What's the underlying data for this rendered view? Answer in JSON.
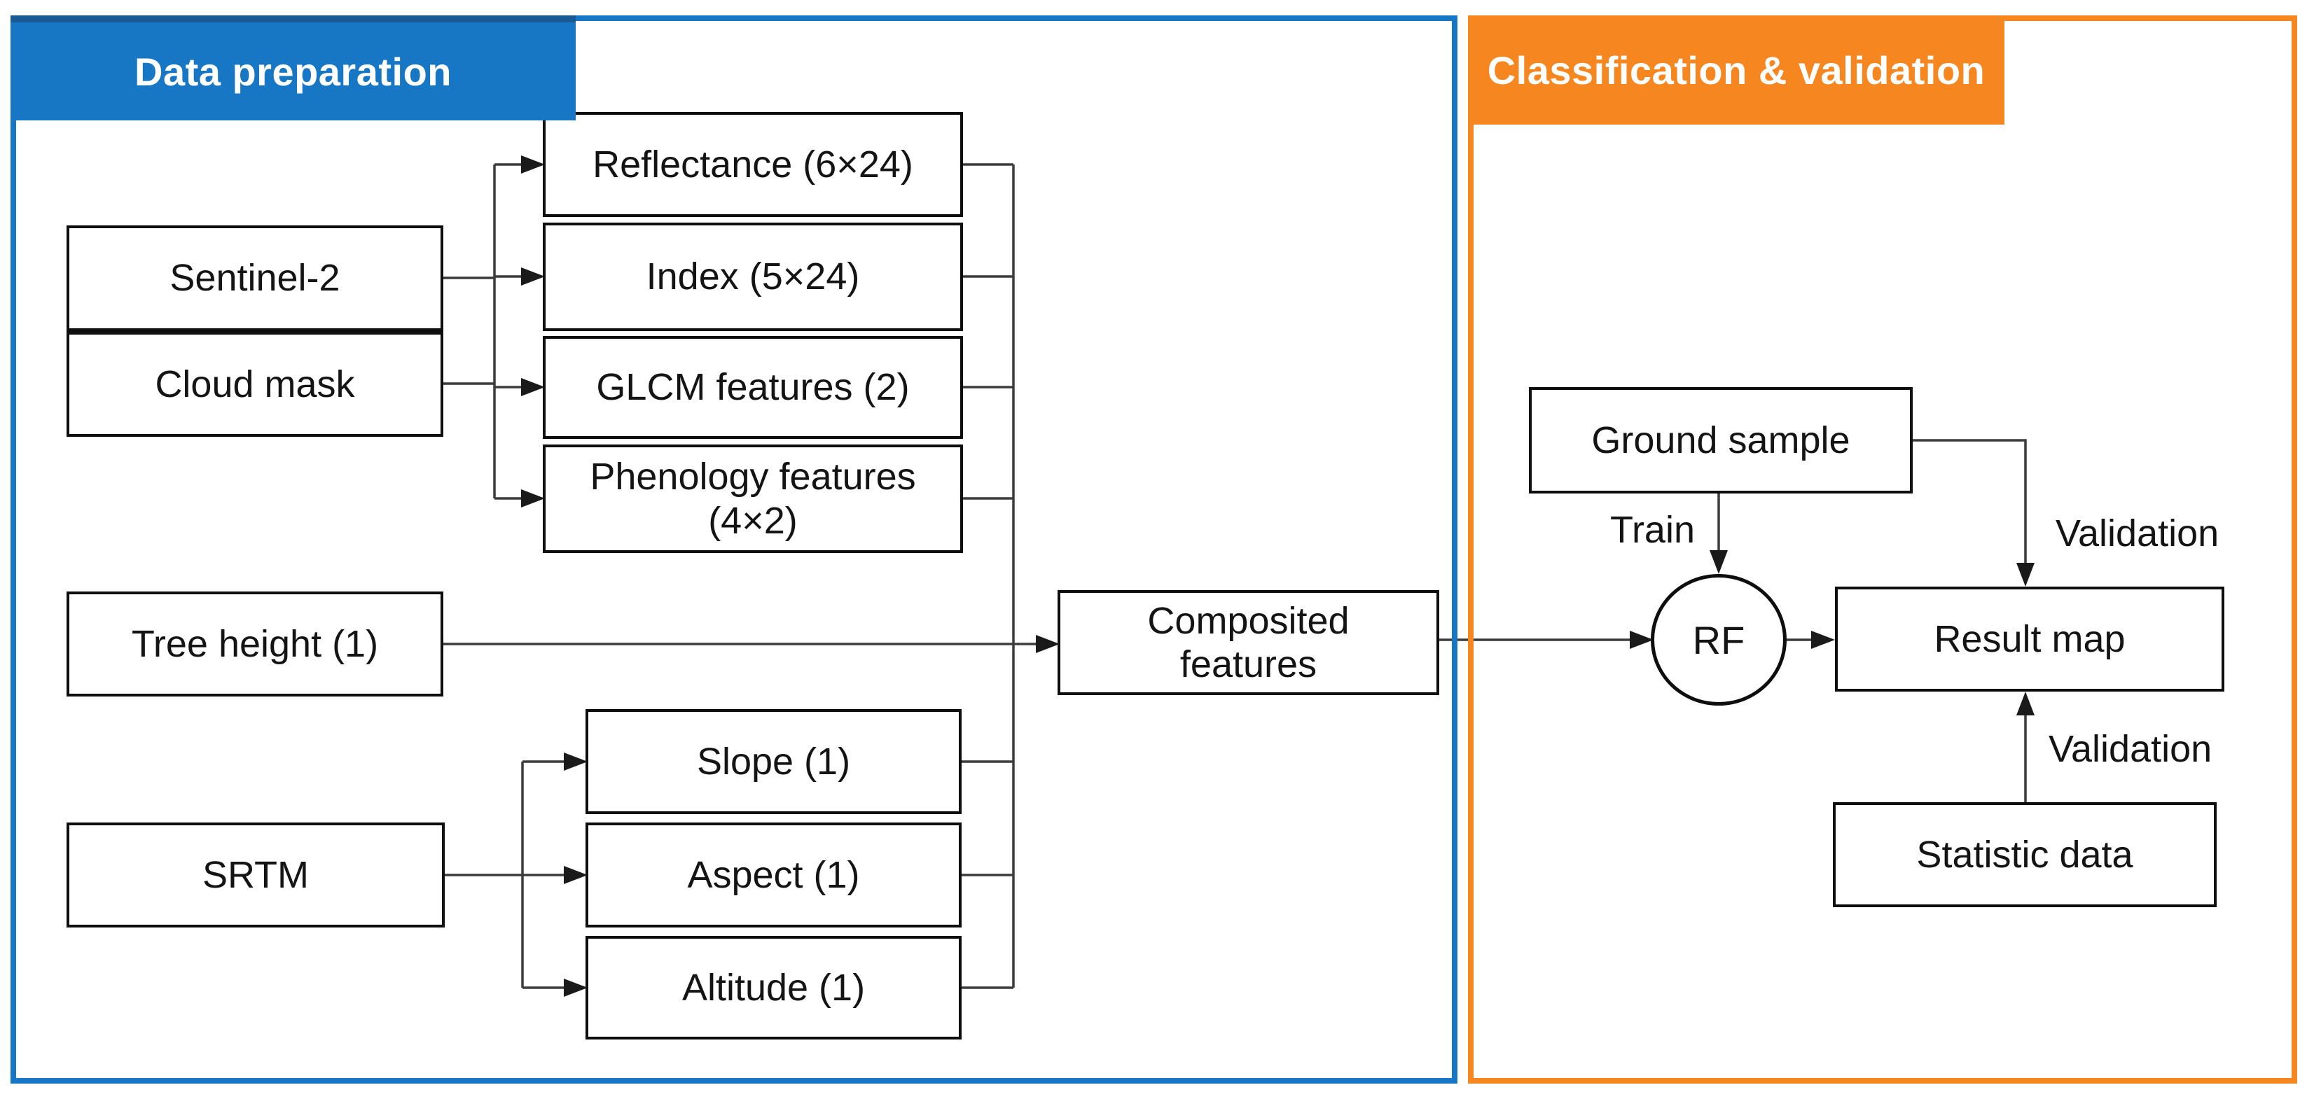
{
  "diagram": {
    "panels": {
      "data_preparation": {
        "title": "Data preparation",
        "color": "#1777C4"
      },
      "classification_validation": {
        "title": "Classification & validation",
        "color": "#F6861F"
      }
    },
    "nodes": {
      "sentinel2": "Sentinel-2",
      "cloud_mask": "Cloud mask",
      "reflectance": "Reflectance (6×24)",
      "index": "Index (5×24)",
      "glcm": "GLCM features (2)",
      "phenology_line1": "Phenology features",
      "phenology_line2": "(4×2)",
      "tree_height": "Tree height (1)",
      "srtm": "SRTM",
      "slope": "Slope (1)",
      "aspect": "Aspect (1)",
      "altitude": "Altitude (1)",
      "composited_line1": "Composited",
      "composited_line2": "features",
      "ground_sample": "Ground sample",
      "rf": "RF",
      "result_map": "Result map",
      "statistic_data": "Statistic data"
    },
    "edge_labels": {
      "train": "Train",
      "validation_top": "Validation",
      "validation_bottom": "Validation"
    }
  }
}
